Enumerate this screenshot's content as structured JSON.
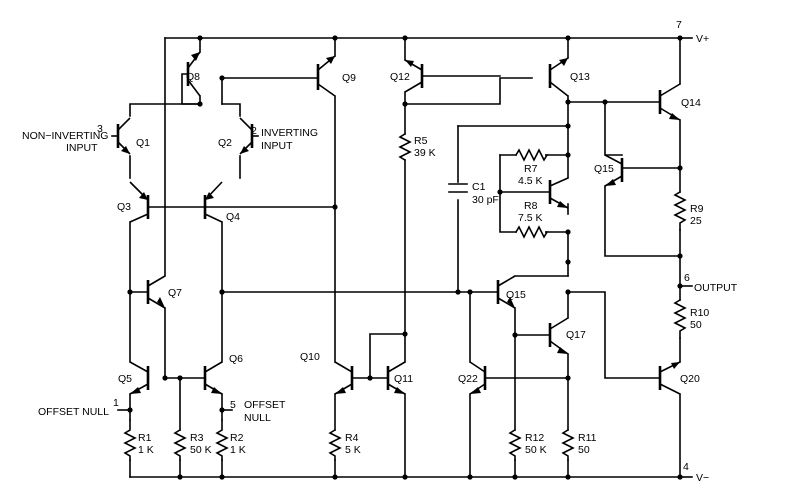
{
  "title": "",
  "pins": {
    "p7": "7",
    "vplus": "V+",
    "p4": "4",
    "vminus": "V−",
    "p3": "3",
    "noninv_line1": "NON−INVERTING",
    "noninv_line2": "INPUT",
    "p2": "2",
    "inv_line1": "INVERTING",
    "inv_line2": "INPUT",
    "p1": "1",
    "offset_null_1": "OFFSET NULL",
    "p5": "5",
    "offset_null_5_line1": "OFFSET",
    "offset_null_5_line2": "NULL",
    "p6": "6",
    "output": "OUTPUT"
  },
  "transistors": {
    "q1": "Q1",
    "q2": "Q2",
    "q3": "Q3",
    "q4": "Q4",
    "q5": "Q5",
    "q6": "Q6",
    "q7": "Q7",
    "q8": "Q8",
    "q9": "Q9",
    "q10": "Q10",
    "q11": "Q11",
    "q12": "Q12",
    "q13": "Q13",
    "q14": "Q14",
    "q15a": "Q15",
    "q15b": "Q15",
    "q17": "Q17",
    "q20": "Q20",
    "q22": "Q22"
  },
  "resistors": {
    "r1": {
      "name": "R1",
      "value": "1 K"
    },
    "r2": {
      "name": "R2",
      "value": "1 K"
    },
    "r3": {
      "name": "R3",
      "value": "50 K"
    },
    "r4": {
      "name": "R4",
      "value": "5 K"
    },
    "r5": {
      "name": "R5",
      "value": "39 K"
    },
    "r7": {
      "name": "R7",
      "value": "4.5 K"
    },
    "r8": {
      "name": "R8",
      "value": "7.5 K"
    },
    "r9": {
      "name": "R9",
      "value": "25"
    },
    "r10": {
      "name": "R10",
      "value": "50"
    },
    "r11": {
      "name": "R11",
      "value": "50"
    },
    "r12": {
      "name": "R12",
      "value": "50 K"
    }
  },
  "capacitor": {
    "name": "C1",
    "value": "30 pF"
  }
}
